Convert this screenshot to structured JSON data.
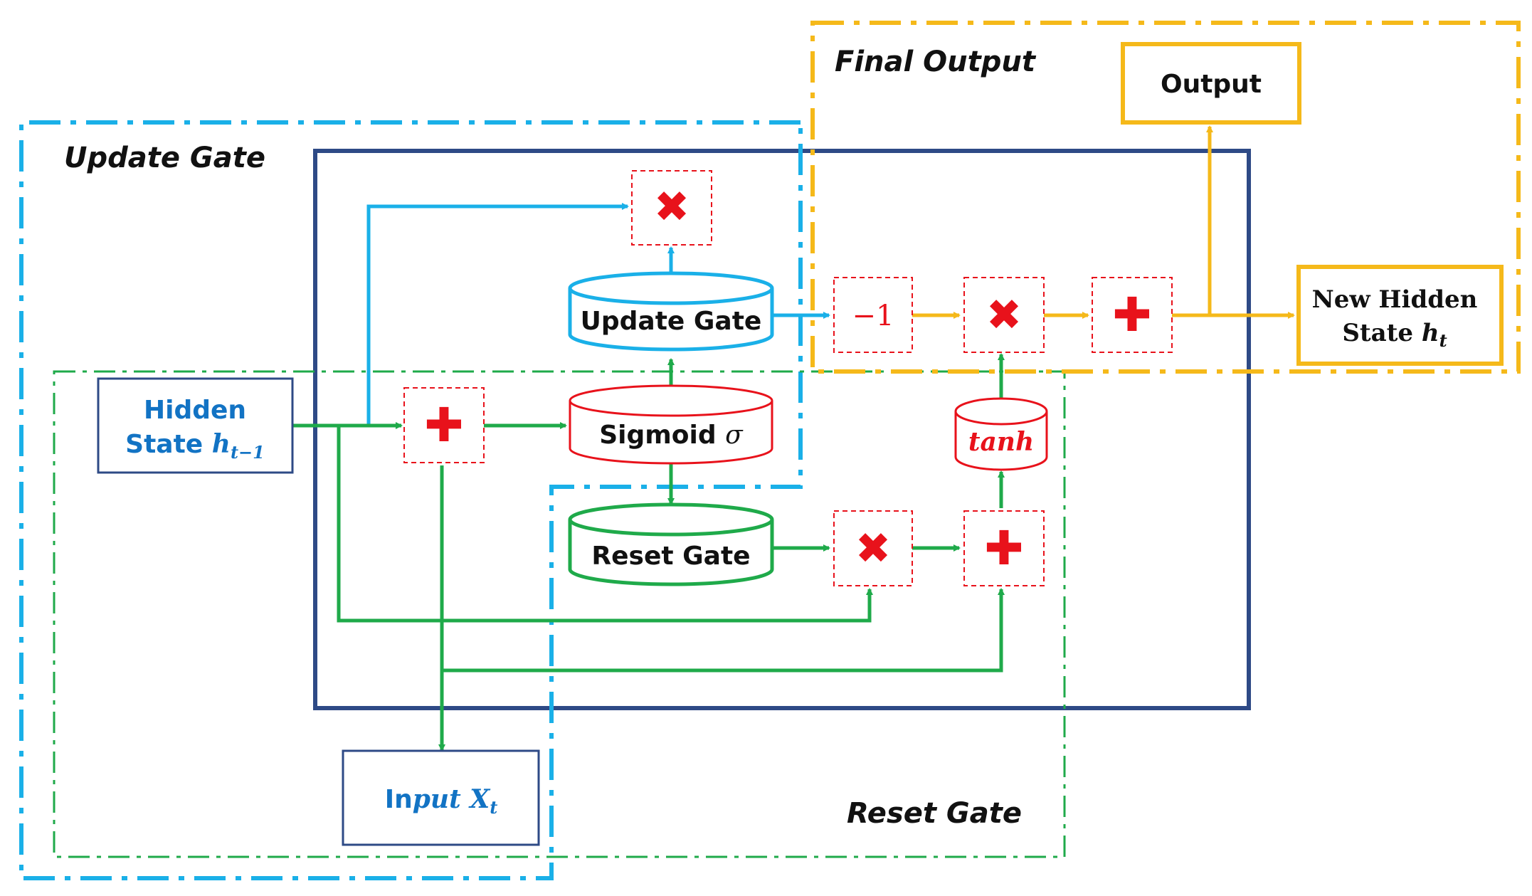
{
  "regions": {
    "update_gate": "Update Gate",
    "reset_gate": "Reset Gate",
    "final_output": "Final Output"
  },
  "cylinders": {
    "update_gate": "Update Gate",
    "sigmoid": "Sigmoid",
    "sigmoid_symbol": "σ",
    "reset_gate": "Reset Gate",
    "tanh": "tanh"
  },
  "boxes": {
    "hidden_state_line1": "Hidden",
    "hidden_state_line2": "State",
    "hidden_state_var": "h",
    "hidden_state_sub": "t−1",
    "input_prefix": "In",
    "input_mid": "put",
    "input_var": "X",
    "input_sub": "t",
    "output": "Output",
    "new_hidden_line1": "New Hidden",
    "new_hidden_line2": "State",
    "new_hidden_var": "h",
    "new_hidden_sub": "t"
  },
  "operators": {
    "multiply": "✖",
    "add": "✚",
    "minus_one": "−1"
  },
  "colors": {
    "update_blue": "#1ab0e8",
    "reset_green": "#1faa4a",
    "output_yellow": "#f5b91a",
    "cell_navy": "#2e4a86",
    "operator_red": "#e8121b",
    "label_blue": "#1273c4"
  }
}
